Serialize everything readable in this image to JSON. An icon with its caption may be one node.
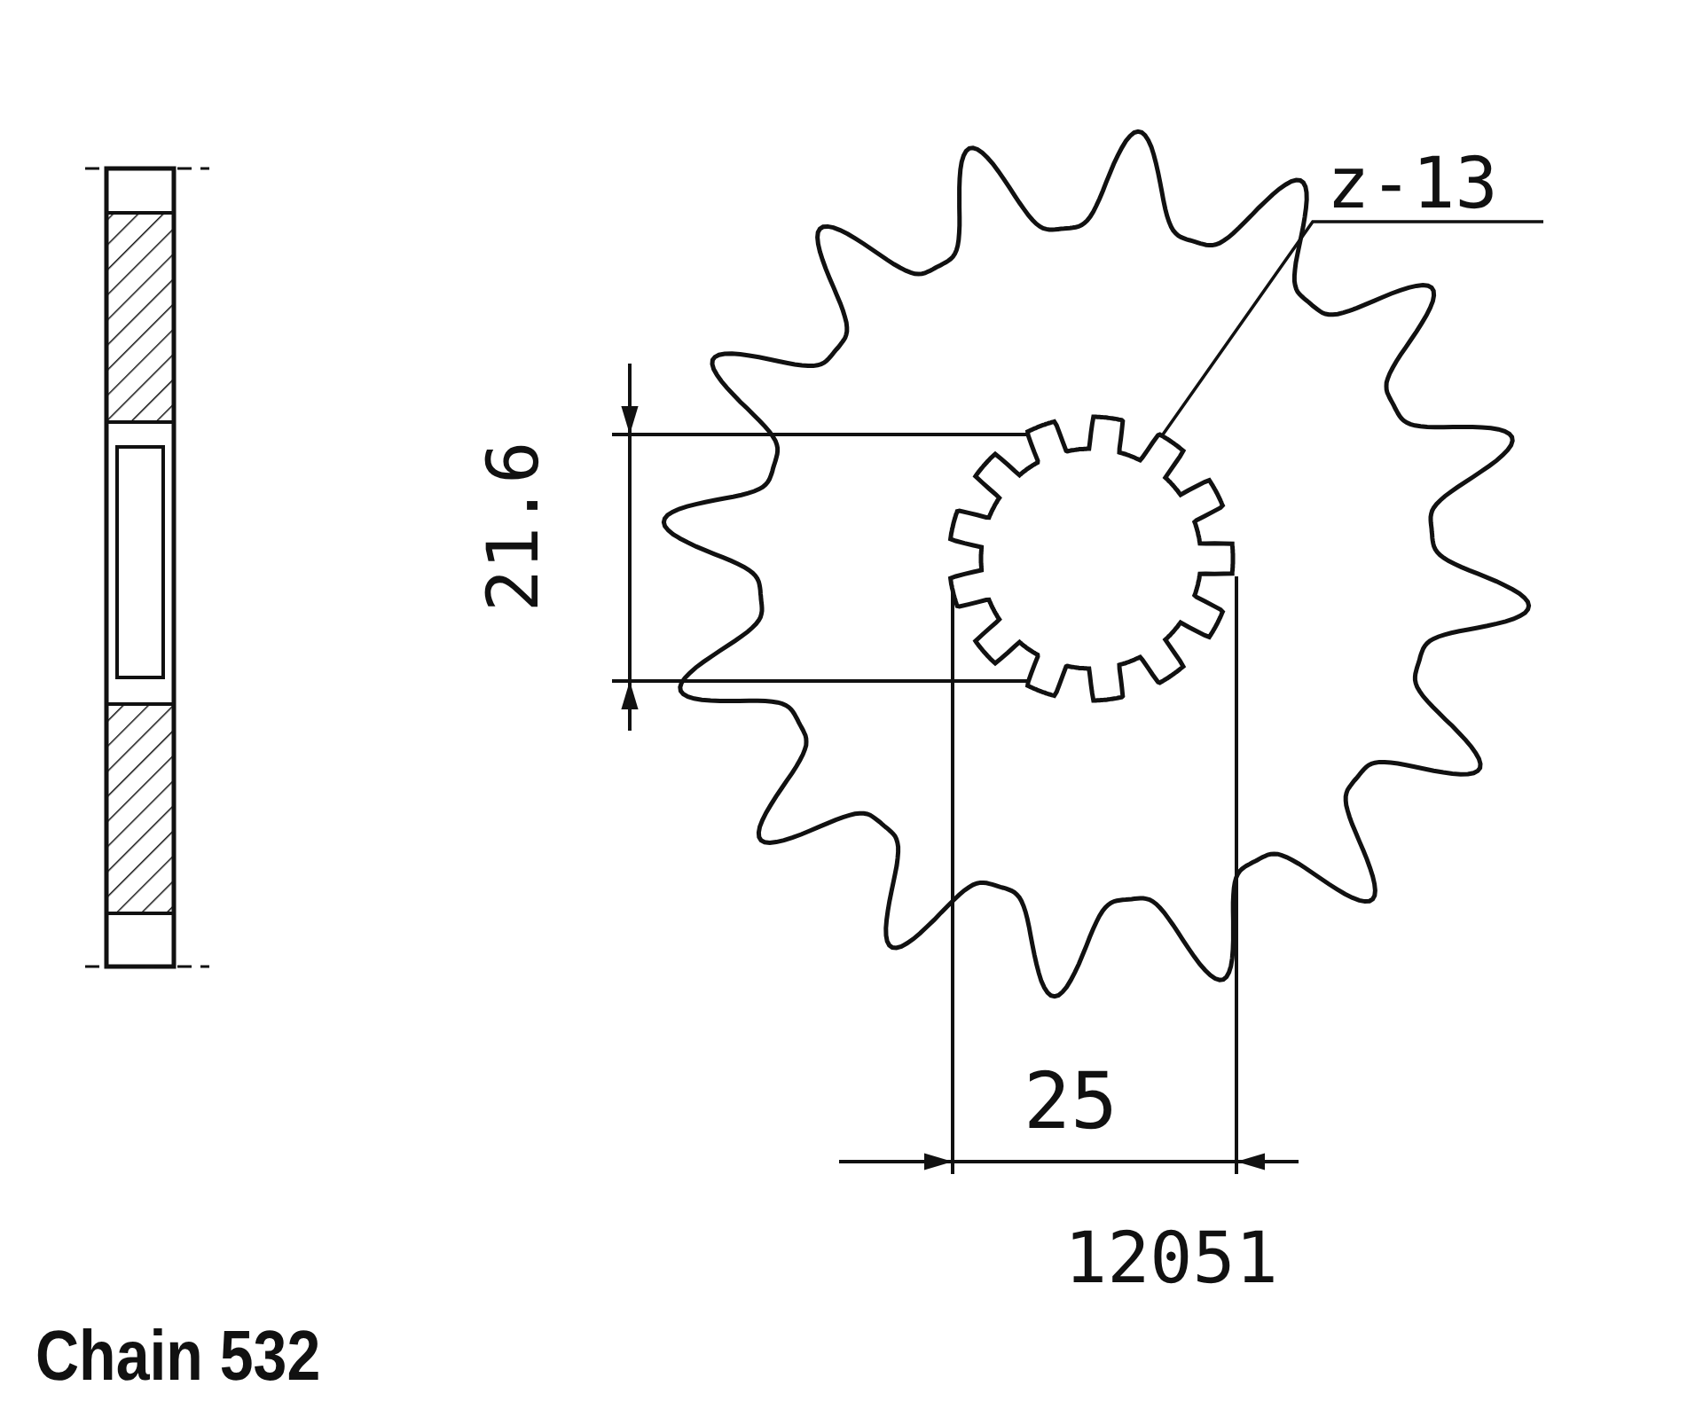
{
  "diagram": {
    "nodes": [
      {
        "text": [
          "z-13"
        ]
      },
      {
        "text": [],
        "shape": "picture"
      }
    ],
    "edges": [
      {
        "from": 0,
        "to": 1,
        "arrow": "none"
      }
    ],
    "labels": [
      "21.6",
      "25",
      "12051",
      "Chain 532"
    ]
  }
}
